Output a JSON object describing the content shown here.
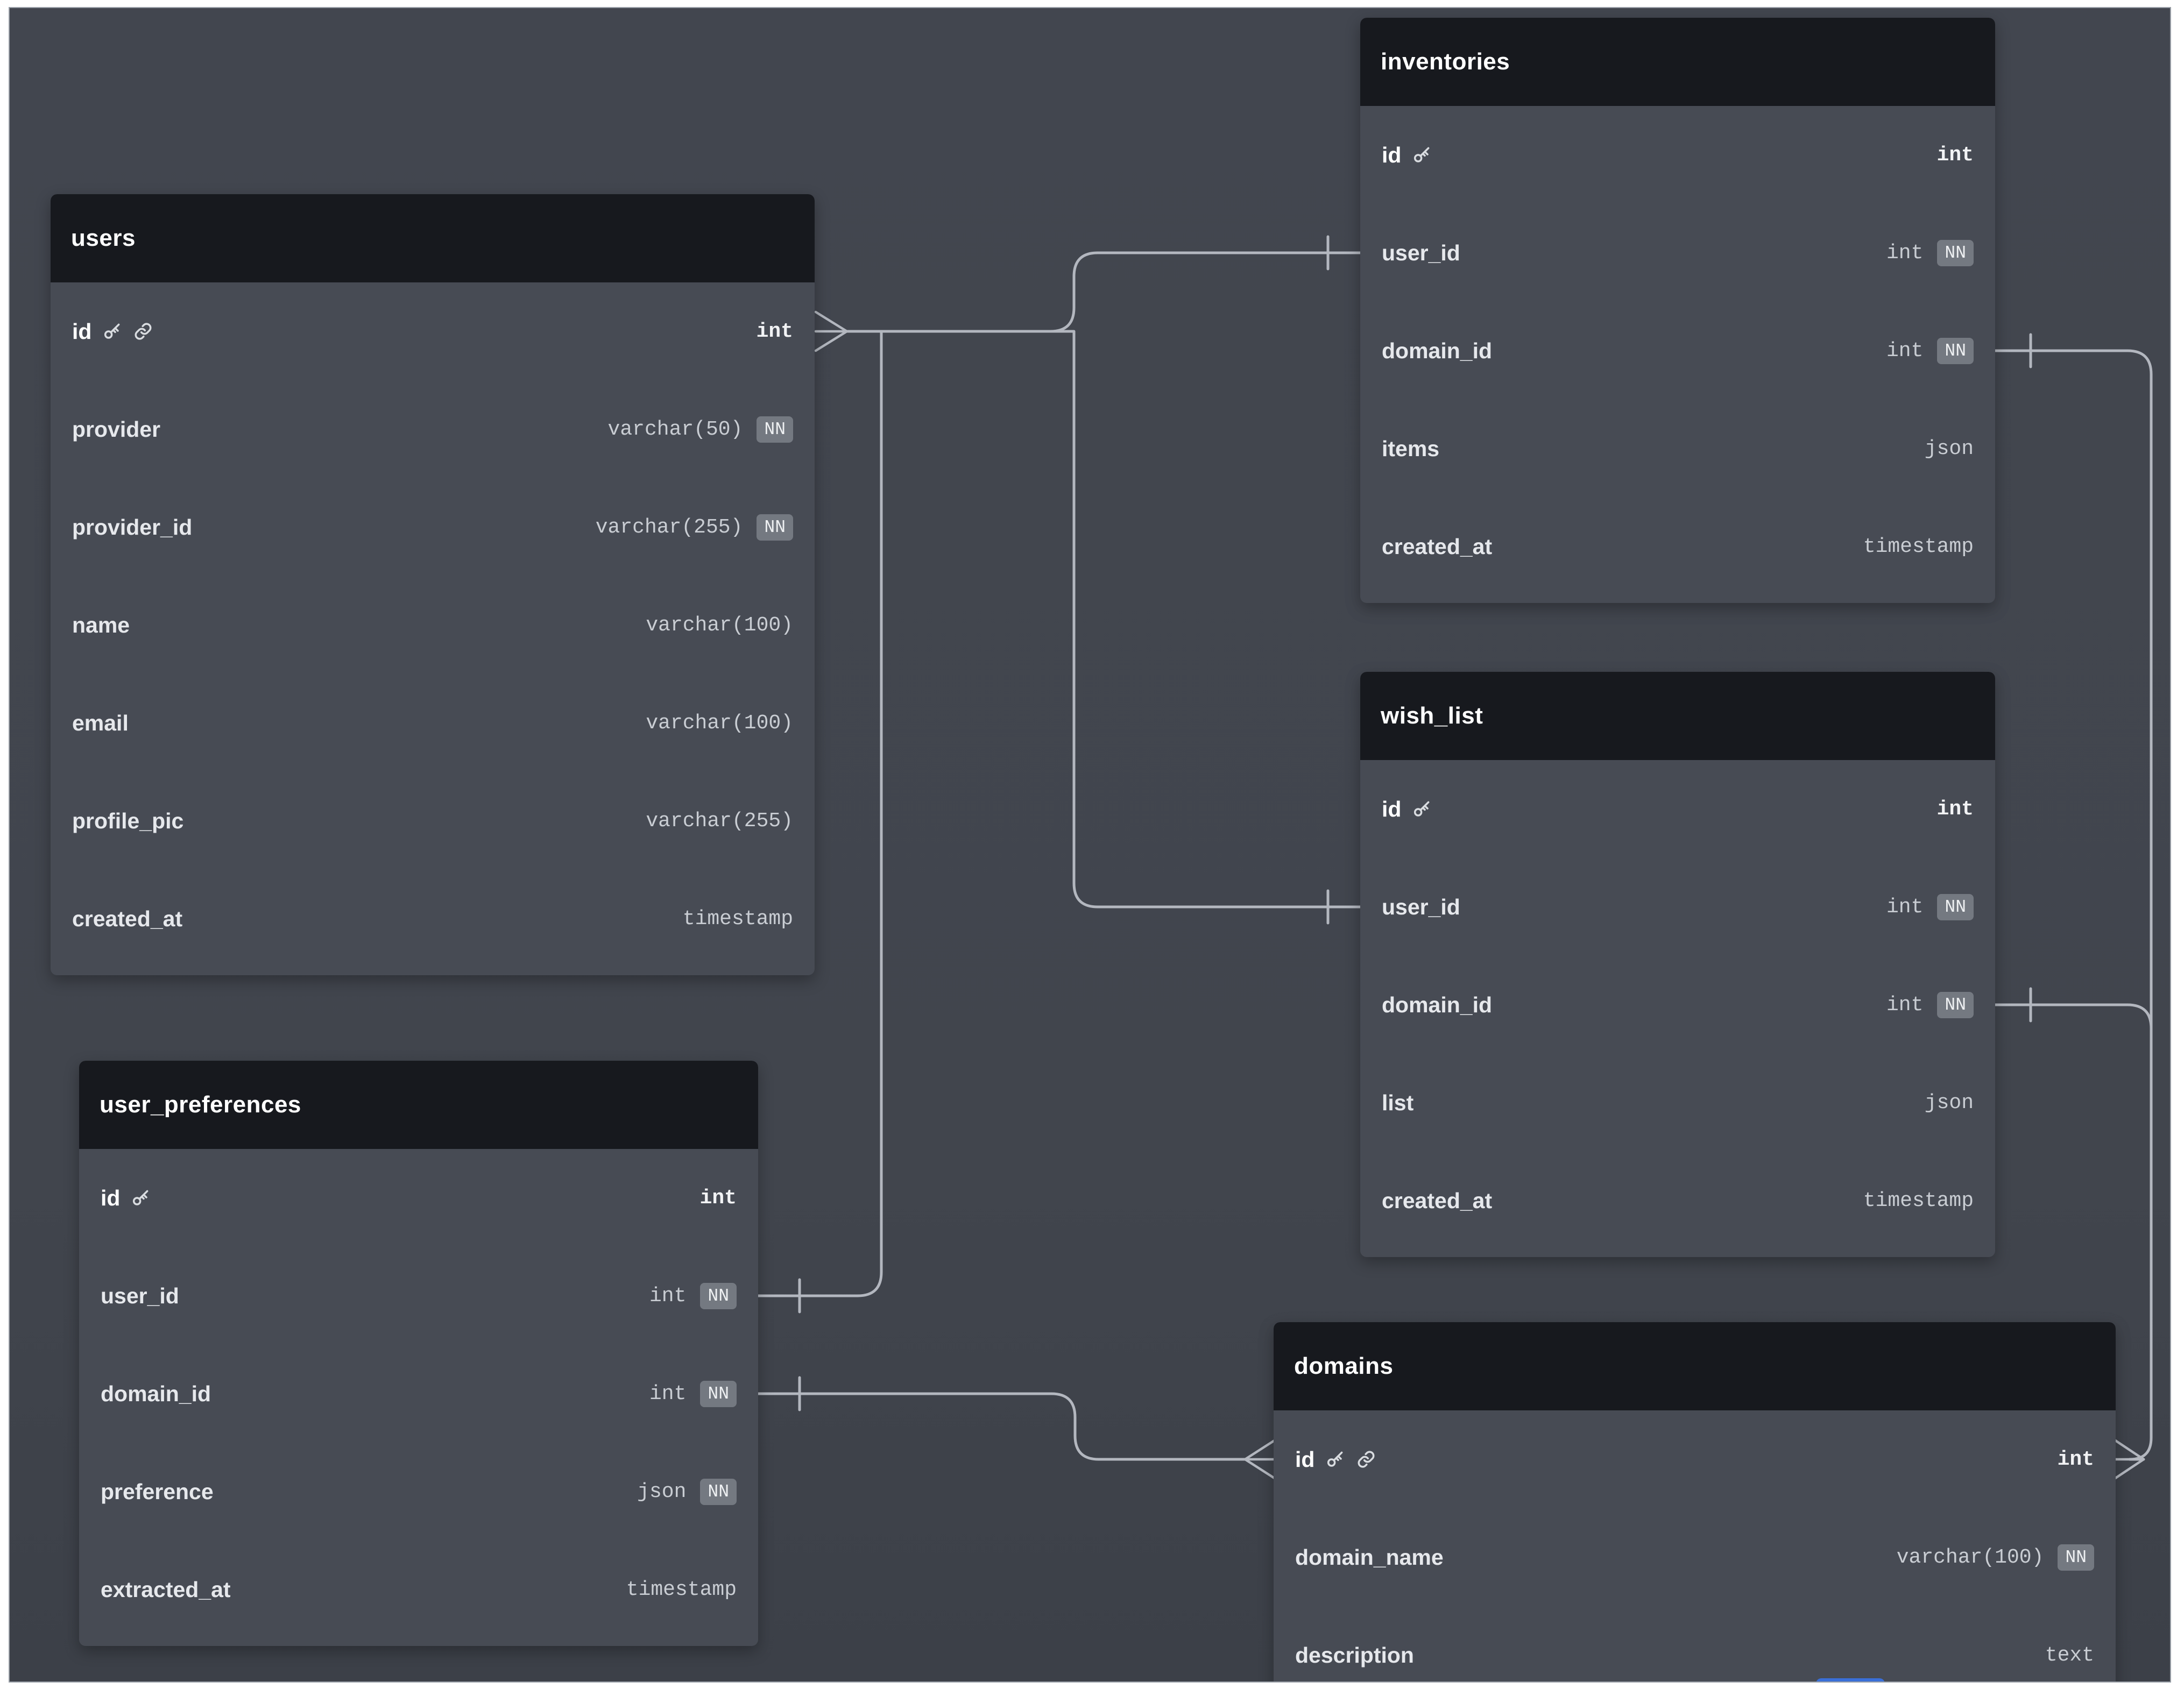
{
  "labels": {
    "nn": "NN"
  },
  "colors": {
    "canvas_bg": "#41454d",
    "table_header_bg": "#17191e",
    "table_body_bg": "#474b54",
    "connector": "#b3b7bf",
    "nn_badge_bg": "#747981",
    "accent_blue": "#3a6fd8",
    "page_margin": "#ffffff"
  },
  "tables": [
    {
      "title": "users",
      "fields": [
        {
          "name": "id",
          "type": "int",
          "pk": true,
          "icons": [
            "key-icon",
            "link-icon"
          ]
        },
        {
          "name": "provider",
          "type": "varchar(50)",
          "nn": true
        },
        {
          "name": "provider_id",
          "type": "varchar(255)",
          "nn": true
        },
        {
          "name": "name",
          "type": "varchar(100)"
        },
        {
          "name": "email",
          "type": "varchar(100)"
        },
        {
          "name": "profile_pic",
          "type": "varchar(255)"
        },
        {
          "name": "created_at",
          "type": "timestamp"
        }
      ]
    },
    {
      "title": "inventories",
      "fields": [
        {
          "name": "id",
          "type": "int",
          "pk": true,
          "icons": [
            "key-icon"
          ]
        },
        {
          "name": "user_id",
          "type": "int",
          "nn": true
        },
        {
          "name": "domain_id",
          "type": "int",
          "nn": true
        },
        {
          "name": "items",
          "type": "json"
        },
        {
          "name": "created_at",
          "type": "timestamp"
        }
      ]
    },
    {
      "title": "wish_list",
      "fields": [
        {
          "name": "id",
          "type": "int",
          "pk": true,
          "icons": [
            "key-icon"
          ]
        },
        {
          "name": "user_id",
          "type": "int",
          "nn": true
        },
        {
          "name": "domain_id",
          "type": "int",
          "nn": true
        },
        {
          "name": "list",
          "type": "json"
        },
        {
          "name": "created_at",
          "type": "timestamp"
        }
      ]
    },
    {
      "title": "user_preferences",
      "fields": [
        {
          "name": "id",
          "type": "int",
          "pk": true,
          "icons": [
            "key-icon"
          ]
        },
        {
          "name": "user_id",
          "type": "int",
          "nn": true
        },
        {
          "name": "domain_id",
          "type": "int",
          "nn": true
        },
        {
          "name": "preference",
          "type": "json",
          "nn": true
        },
        {
          "name": "extracted_at",
          "type": "timestamp"
        }
      ]
    },
    {
      "title": "domains",
      "fields": [
        {
          "name": "id",
          "type": "int",
          "pk": true,
          "icons": [
            "key-icon",
            "link-icon"
          ]
        },
        {
          "name": "domain_name",
          "type": "varchar(100)",
          "nn": true
        },
        {
          "name": "description",
          "type": "text"
        }
      ]
    }
  ],
  "relationships": [
    {
      "from": "users.id",
      "to": "inventories.user_id",
      "from_marker": "many-crowfoot",
      "to_marker": "one-tick"
    },
    {
      "from": "users.id",
      "to": "wish_list.user_id",
      "from_marker": "many-crowfoot",
      "to_marker": "one-tick"
    },
    {
      "from": "users.id",
      "to": "user_preferences.user_id",
      "from_marker": "many-crowfoot",
      "to_marker": "one-tick"
    },
    {
      "from": "domains.id",
      "to": "inventories.domain_id",
      "from_marker": "many-crowfoot",
      "to_marker": "one-tick"
    },
    {
      "from": "domains.id",
      "to": "wish_list.domain_id",
      "from_marker": "many-crowfoot",
      "to_marker": "one-tick"
    },
    {
      "from": "domains.id",
      "to": "user_preferences.domain_id",
      "from_marker": "many-crowfoot",
      "to_marker": "one-tick"
    }
  ]
}
